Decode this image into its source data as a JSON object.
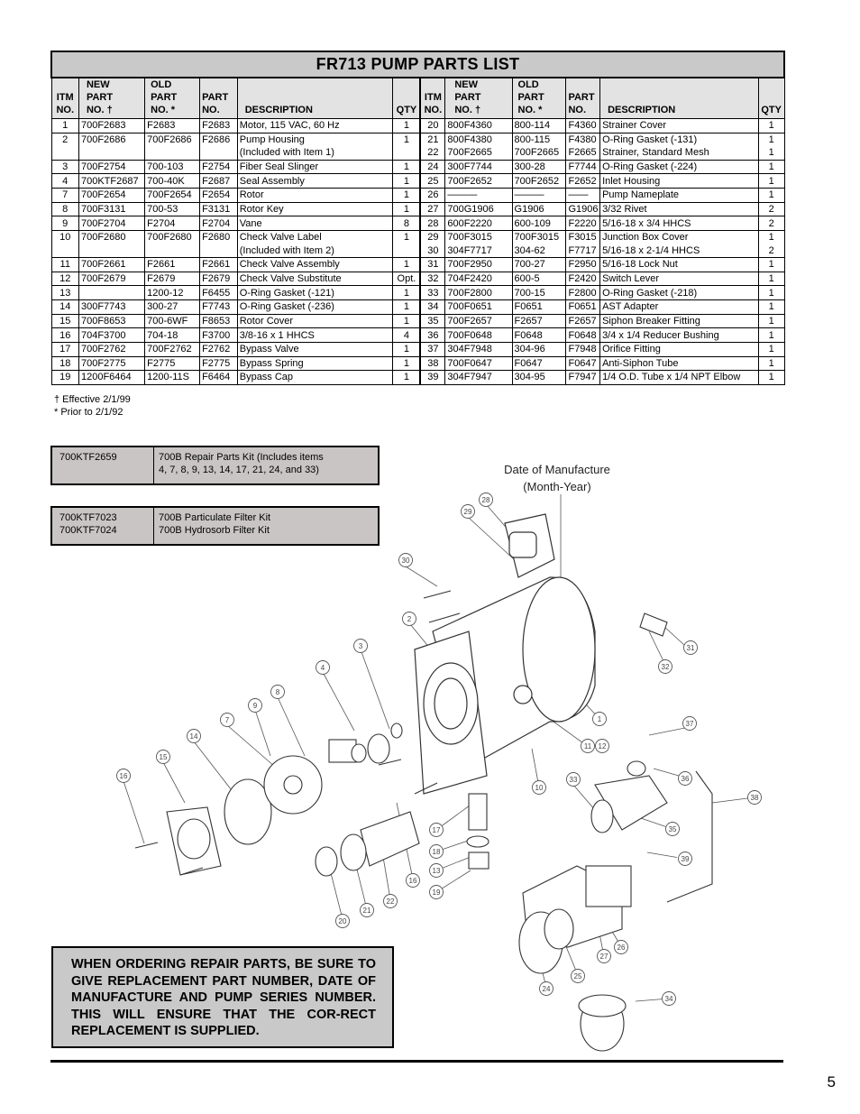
{
  "title": "FR713 PUMP PARTS LIST",
  "headers": {
    "itm": [
      "ITM",
      "NO."
    ],
    "new_part": [
      "NEW",
      "PART",
      "NO. †"
    ],
    "old_part": [
      "OLD",
      "PART",
      "NO. *"
    ],
    "part_no": [
      "PART",
      "NO."
    ],
    "description": "DESCRIPTION",
    "qty": "QTY"
  },
  "rows": [
    [
      [
        "1",
        "700F2683",
        "F2683",
        "F2683",
        "Motor, 115 VAC, 60 Hz",
        "1"
      ],
      [
        "20",
        "800F4360",
        "800-114",
        "F4360",
        "Strainer Cover",
        "1"
      ]
    ],
    [
      [
        "2",
        "700F2686",
        "700F2686",
        "F2686",
        "Pump Housing",
        "1"
      ],
      [
        "21",
        "800F4380",
        "800-115",
        "F4380",
        "O-Ring Gasket (-131)",
        "1"
      ]
    ],
    [
      [
        "",
        "",
        "",
        "",
        "(Included with Item 1)",
        ""
      ],
      [
        "22",
        "700F2665",
        "700F2665",
        "F2665",
        "Strainer, Standard Mesh",
        "1"
      ]
    ],
    [
      [
        "3",
        "700F2754",
        "700-103",
        "F2754",
        "Fiber Seal Slinger",
        "1"
      ],
      [
        "24",
        "300F7744",
        "300-28",
        "F7744",
        "O-Ring Gasket (-224)",
        "1"
      ]
    ],
    [
      [
        "4",
        "700KTF2687",
        "700-40K",
        "F2687",
        "Seal Assembly",
        "1"
      ],
      [
        "25",
        "700F2652",
        "700F2652",
        "F2652",
        "Inlet Housing",
        "1"
      ]
    ],
    [
      [
        "7",
        "700F2654",
        "700F2654",
        "F2654",
        "Rotor",
        "1"
      ],
      [
        "26",
        "———",
        "———",
        "——",
        "Pump Nameplate",
        "1"
      ]
    ],
    [
      [
        "8",
        "700F3131",
        "700-53",
        "F3131",
        "Rotor Key",
        "1"
      ],
      [
        "27",
        "700G1906",
        "G1906",
        "G1906",
        "3/32 Rivet",
        "2"
      ]
    ],
    [
      [
        "9",
        "700F2704",
        "F2704",
        "F2704",
        "Vane",
        "8"
      ],
      [
        "28",
        "600F2220",
        "600-109",
        "F2220",
        "5/16-18 x 3/4 HHCS",
        "2"
      ]
    ],
    [
      [
        "10",
        "700F2680",
        "700F2680",
        "F2680",
        "Check Valve Label",
        "1"
      ],
      [
        "29",
        "700F3015",
        "700F3015",
        "F3015",
        "Junction Box Cover",
        "1"
      ]
    ],
    [
      [
        "",
        "",
        "",
        "",
        "(Included with Item 2)",
        ""
      ],
      [
        "30",
        "304F7717",
        "304-62",
        "F7717",
        "5/16-18 x 2-1/4 HHCS",
        "2"
      ]
    ],
    [
      [
        "11",
        "700F2661",
        "F2661",
        "F2661",
        "Check Valve Assembly",
        "1"
      ],
      [
        "31",
        "700F2950",
        "700-27",
        "F2950",
        "5/16-18 Lock Nut",
        "1"
      ]
    ],
    [
      [
        "12",
        "700F2679",
        "F2679",
        "F2679",
        "Check Valve Substitute",
        "Opt."
      ],
      [
        "32",
        "704F2420",
        "600-5",
        "F2420",
        "Switch Lever",
        "1"
      ]
    ],
    [
      [
        "13",
        "",
        "1200-12",
        "F6455",
        "O-Ring Gasket (-121)",
        "1"
      ],
      [
        "33",
        "700F2800",
        "700-15",
        "F2800",
        "O-Ring Gasket (-218)",
        "1"
      ]
    ],
    [
      [
        "14",
        "300F7743",
        "300-27",
        "F7743",
        "O-Ring Gasket (-236)",
        "1"
      ],
      [
        "34",
        "700F0651",
        "F0651",
        "F0651",
        "AST Adapter",
        "1"
      ]
    ],
    [
      [
        "15",
        "700F8653",
        "700-6WF",
        "F8653",
        "Rotor Cover",
        "1"
      ],
      [
        "35",
        "700F2657",
        "F2657",
        "F2657",
        "Siphon Breaker Fitting",
        "1"
      ]
    ],
    [
      [
        "16",
        "704F3700",
        "704-18",
        "F3700",
        "3/8-16 x 1 HHCS",
        "4"
      ],
      [
        "36",
        "700F0648",
        "F0648",
        "F0648",
        "3/4 x 1/4 Reducer Bushing",
        "1"
      ]
    ],
    [
      [
        "17",
        "700F2762",
        "700F2762",
        "F2762",
        "Bypass Valve",
        "1"
      ],
      [
        "37",
        "304F7948",
        "304-96",
        "F7948",
        "Orifice Fitting",
        "1"
      ]
    ],
    [
      [
        "18",
        "700F2775",
        "F2775",
        "F2775",
        "Bypass Spring",
        "1"
      ],
      [
        "38",
        "700F0647",
        "F0647",
        "F0647",
        "Anti-Siphon Tube",
        "1"
      ]
    ],
    [
      [
        "19",
        "1200F6464",
        "1200-11S",
        "F6464",
        "Bypass Cap",
        "1"
      ],
      [
        "39",
        "304F7947",
        "304-95",
        "F7947",
        "1/4 O.D. Tube x 1/4 NPT Elbow",
        "1"
      ]
    ]
  ],
  "notes": [
    "† Effective 2/1/99",
    "* Prior to 2/1/92"
  ],
  "kits": [
    {
      "numbers": [
        "700KTF2659"
      ],
      "descriptions": [
        "700B Repair Parts Kit (Includes items",
        "4, 7, 8, 9, 13, 14, 17, 21, 24, and 33)"
      ]
    },
    {
      "numbers": [
        "700KTF7023",
        "700KTF7024"
      ],
      "descriptions": [
        "700B Particulate Filter Kit",
        "700B Hydrosorb Filter Kit"
      ]
    }
  ],
  "date_label": [
    "Date of Manufacture",
    "(Month-Year)"
  ],
  "callouts": [
    "28",
    "29",
    "30",
    "2",
    "3",
    "4",
    "9",
    "8",
    "7",
    "14",
    "15",
    "16",
    "31",
    "32",
    "1",
    "11",
    "12",
    "37",
    "36",
    "38",
    "33",
    "35",
    "10",
    "17",
    "18",
    "13",
    "19",
    "39",
    "16",
    "20",
    "21",
    "22",
    "26",
    "27",
    "25",
    "24",
    "34"
  ],
  "order_notice": "WHEN ORDERING REPAIR PARTS, BE SURE TO GIVE REPLACEMENT PART NUMBER, DATE OF MANUFACTURE AND PUMP SERIES NUMBER. THIS WILL ENSURE THAT THE COR-RECT REPLACEMENT IS SUPPLIED.",
  "page_number": "5"
}
